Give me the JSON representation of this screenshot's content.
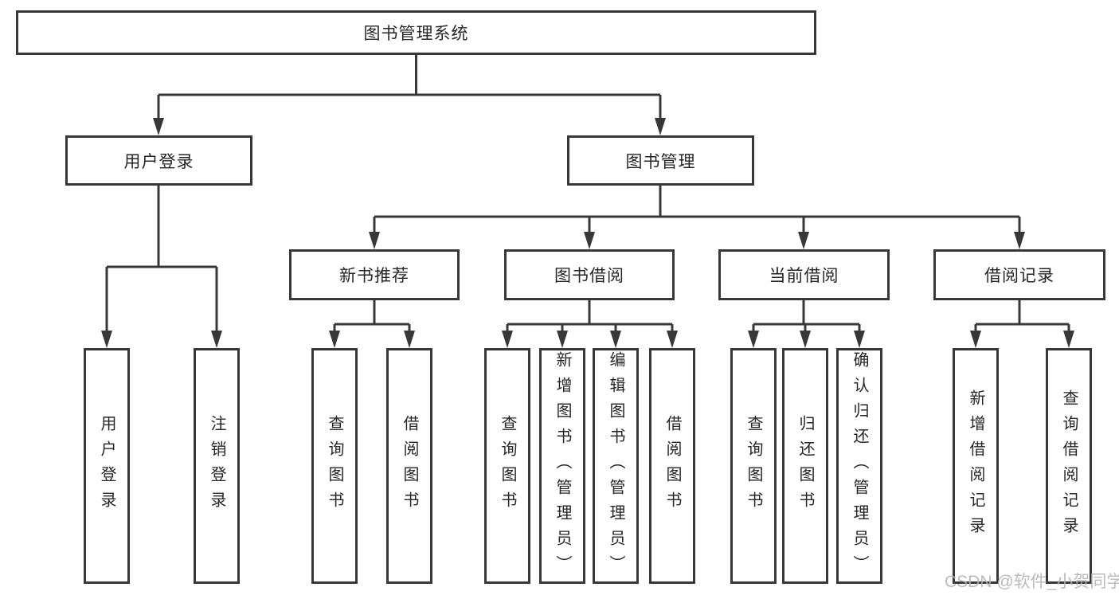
{
  "colors": {
    "line": "#383838",
    "text": "#262626",
    "watermark": "#b4b4b4",
    "background": "#ffffff"
  },
  "watermark": "CSDN @软件_小贺同学",
  "diagram": {
    "root": {
      "label": "图书管理系统"
    },
    "level2": [
      {
        "label": "用户登录"
      },
      {
        "label": "图书管理"
      }
    ],
    "level3": [
      {
        "label": "新书推荐"
      },
      {
        "label": "图书借阅"
      },
      {
        "label": "当前借阅"
      },
      {
        "label": "借阅记录"
      }
    ],
    "leaves": {
      "user_login": [
        "用户登录",
        "注销登录"
      ],
      "new_books": [
        "查询图书",
        "借阅图书"
      ],
      "book_borrow": [
        "查询图书",
        "新增图书（管理员）",
        "编辑图书（管理员）",
        "借阅图书"
      ],
      "current_borrow": [
        "查询图书",
        "归还图书",
        "确认归还（管理员）"
      ],
      "borrow_records": [
        "新增借阅记录",
        "查询借阅记录"
      ]
    }
  }
}
